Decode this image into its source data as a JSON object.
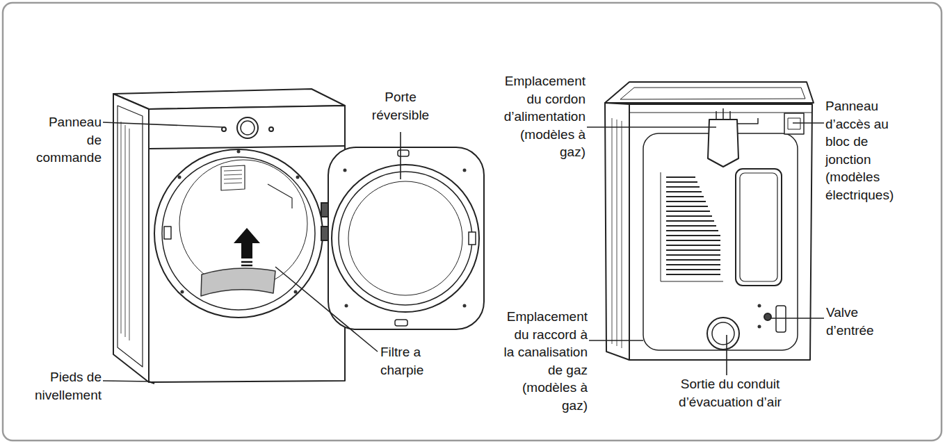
{
  "diagram": {
    "labels": [
      "Panneau de commande",
      "Porte réversible",
      "Filtre a charpie",
      "Pieds de nivellement",
      "Emplacement du cordon d’alimentation (modèles à gaz)",
      "Panneau d’accès au bloc de jonction (modèles électriques)",
      "Valve d’entrée",
      "Emplacement du raccord à la canalisation de gaz (modèles à gaz)",
      "Sortie du conduit d’évacuation d’air"
    ]
  }
}
